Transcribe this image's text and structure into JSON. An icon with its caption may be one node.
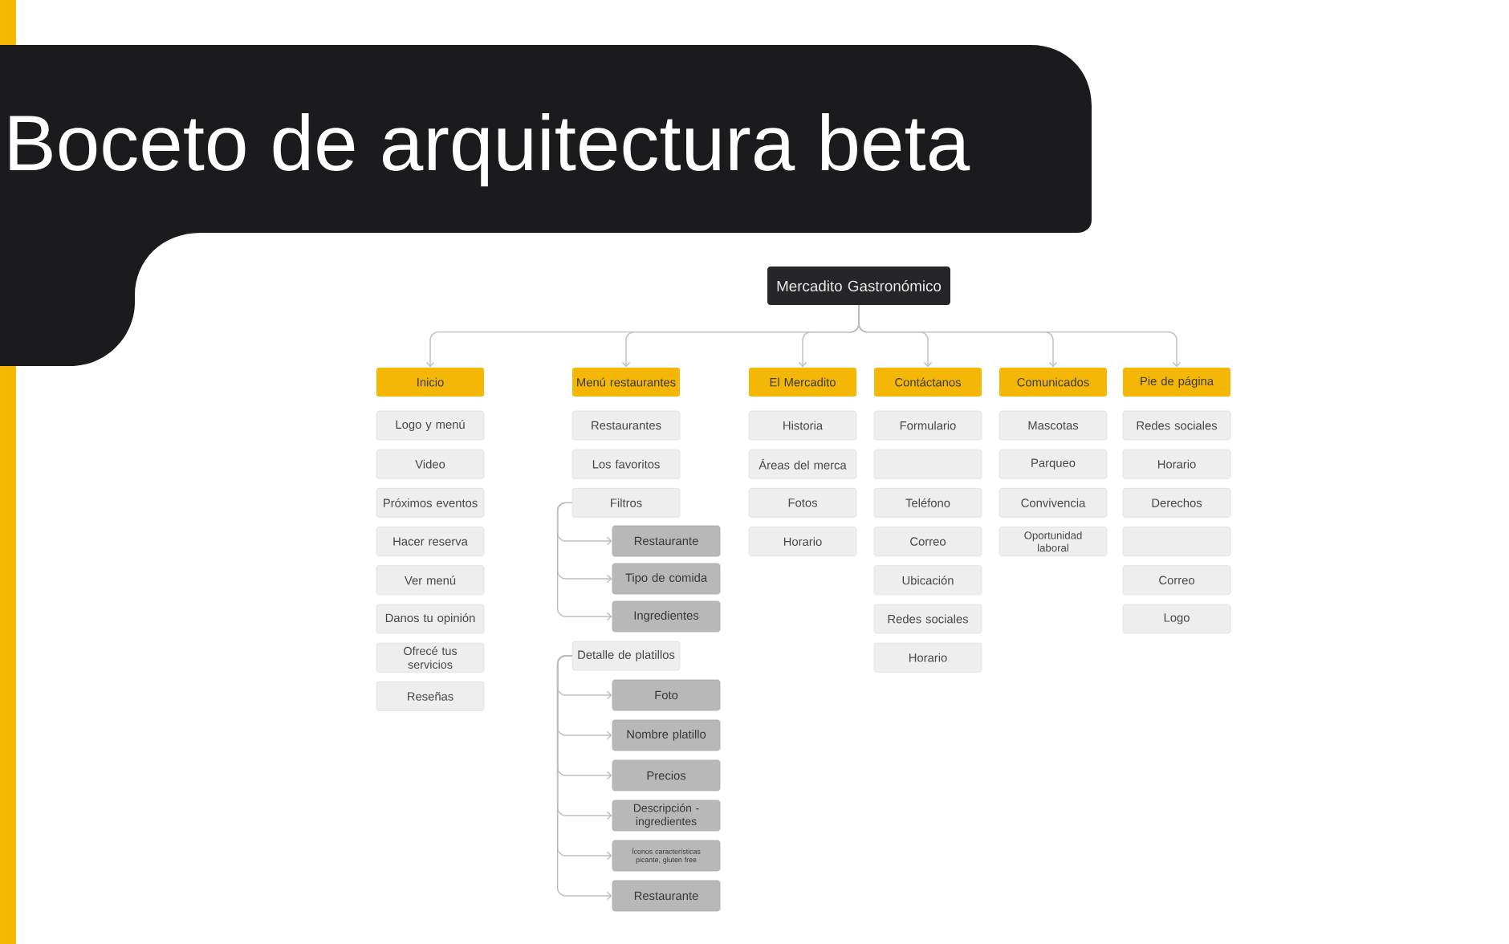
{
  "diagram": {
    "title": "Boceto de arquitectura beta",
    "nodes": [
      {
        "text": [
          "Mercadito Gastronómico"
        ]
      },
      {
        "text": [
          "Inicio"
        ]
      },
      {
        "text": [
          "Menú restaurantes"
        ]
      },
      {
        "text": [
          "El Mercadito"
        ]
      },
      {
        "text": [
          "Contáctanos"
        ]
      },
      {
        "text": [
          "Comunicados"
        ]
      },
      {
        "text": [
          "Pie de página"
        ]
      },
      {
        "text": [
          "Logo y menú"
        ]
      },
      {
        "text": [
          "Video"
        ]
      },
      {
        "text": [
          "Próximos eventos"
        ]
      },
      {
        "text": [
          "Hacer reserva"
        ]
      },
      {
        "text": [
          "Ver menú"
        ]
      },
      {
        "text": [
          "Danos tu opinión"
        ]
      },
      {
        "text": [
          "Ofrecé tus servicios"
        ]
      },
      {
        "text": [
          "Reseñas"
        ]
      },
      {
        "text": [
          "Restaurantes"
        ]
      },
      {
        "text": [
          "Los favoritos"
        ]
      },
      {
        "text": [
          "Filtros"
        ]
      },
      {
        "text": [
          "Restaurante"
        ]
      },
      {
        "text": [
          "Tipo de comida"
        ]
      },
      {
        "text": [
          "Ingredientes"
        ]
      },
      {
        "text": [
          "Detalle de platillos"
        ]
      },
      {
        "text": [
          "Foto"
        ]
      },
      {
        "text": [
          "Nombre platillo"
        ]
      },
      {
        "text": [
          "Precios"
        ]
      },
      {
        "text": [
          "Descripción - ingredientes"
        ]
      },
      {
        "text": [
          "Íconos características picante, gluten free"
        ]
      },
      {
        "text": [
          "Restaurante"
        ]
      },
      {
        "text": [
          "Historia"
        ]
      },
      {
        "text": [
          "Áreas del merca"
        ]
      },
      {
        "text": [
          "Fotos"
        ]
      },
      {
        "text": [
          "Horario"
        ]
      },
      {
        "text": [
          "Formulario"
        ]
      },
      {
        "text": [],
        "shape": "box"
      },
      {
        "text": [
          "Teléfono"
        ]
      },
      {
        "text": [
          "Correo"
        ]
      },
      {
        "text": [
          "Ubicación"
        ]
      },
      {
        "text": [
          "Redes sociales"
        ]
      },
      {
        "text": [
          "Horario"
        ]
      },
      {
        "text": [
          "Mascotas"
        ]
      },
      {
        "text": [
          "Parqueo"
        ]
      },
      {
        "text": [
          "Convivencia"
        ]
      },
      {
        "text": [
          "Oportunidad laboral"
        ]
      },
      {
        "text": [
          "Redes sociales"
        ]
      },
      {
        "text": [
          "Horario"
        ]
      },
      {
        "text": [
          "Derechos"
        ]
      },
      {
        "text": [],
        "shape": "box"
      },
      {
        "text": [
          "Correo"
        ]
      },
      {
        "text": [
          "Logo"
        ]
      }
    ],
    "edges": [
      {
        "from": 0,
        "to": 1,
        "arrow": "to"
      },
      {
        "from": 0,
        "to": 2,
        "arrow": "to"
      },
      {
        "from": 0,
        "to": 3,
        "arrow": "to"
      },
      {
        "from": 0,
        "to": 4,
        "arrow": "to"
      },
      {
        "from": 0,
        "to": 5,
        "arrow": "to"
      },
      {
        "from": 0,
        "to": 6,
        "arrow": "to"
      },
      {
        "from": 17,
        "to": 18,
        "arrow": "to"
      },
      {
        "from": 17,
        "to": 19,
        "arrow": "to"
      },
      {
        "from": 17,
        "to": 20,
        "arrow": "to"
      },
      {
        "from": 21,
        "to": 22,
        "arrow": "to"
      },
      {
        "from": 21,
        "to": 23,
        "arrow": "to"
      },
      {
        "from": 21,
        "to": 24,
        "arrow": "to"
      },
      {
        "from": 21,
        "to": 25,
        "arrow": "to"
      },
      {
        "from": 21,
        "to": 26,
        "arrow": "to"
      },
      {
        "from": 21,
        "to": 27,
        "arrow": "to"
      }
    ]
  }
}
